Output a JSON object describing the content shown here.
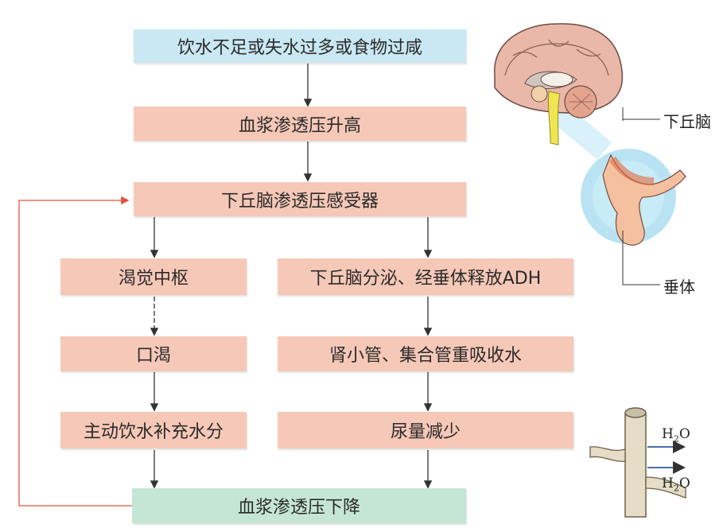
{
  "flowchart": {
    "trigger": "饮水不足或失水过多或食物过咸",
    "plasma_up": "血浆渗透压升高",
    "receptor": "下丘脑渗透压感受器",
    "left_branch": [
      "渴觉中枢",
      "口渴",
      "主动饮水补充水分"
    ],
    "right_branch": [
      "下丘脑分泌、经垂体释放ADH",
      "肾小管、集合管重吸收水",
      "尿量减少"
    ],
    "result": "血浆渗透压下降"
  },
  "brain_figure": {
    "label_hypothalamus": "下丘脑",
    "label_pituitary": "垂体"
  },
  "tubule_figure": {
    "h2o_top": "H2O",
    "h2o_bottom": "H2O"
  },
  "colors": {
    "box_pink": "#f6c8b7",
    "box_blue": "#c9e8f3",
    "box_green": "#c6e6d5",
    "feedback_line": "#e8503c"
  }
}
